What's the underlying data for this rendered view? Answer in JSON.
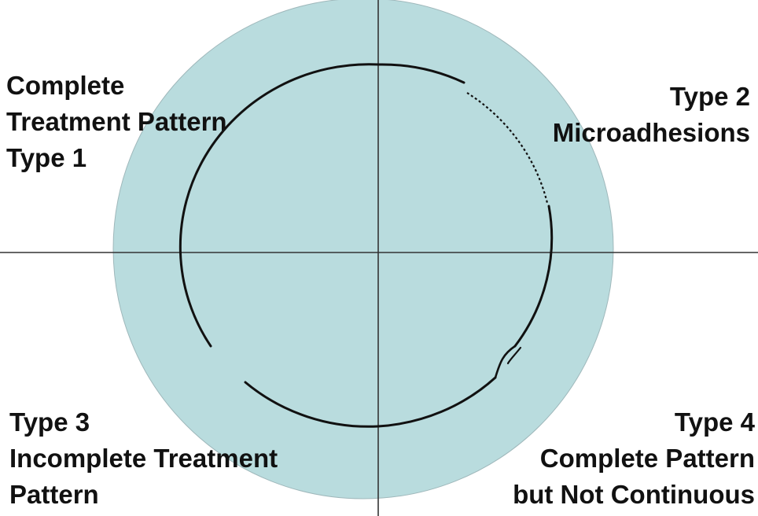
{
  "colors": {
    "disc_fill": "#b9dcde",
    "disc_stroke": "#9fb8bb",
    "line": "#111111",
    "axis": "#333333"
  },
  "quadrants": {
    "top_left": {
      "lines": [
        "Complete",
        "Treatment Pattern",
        "Type 1"
      ]
    },
    "top_right": {
      "lines": [
        "Type 2",
        "Microadhesions"
      ]
    },
    "bottom_left": {
      "lines": [
        "Type 3",
        "Incomplete Treatment",
        "Pattern"
      ]
    },
    "bottom_right": {
      "lines": [
        "Type 4",
        "Complete Pattern",
        "but Not Continuous"
      ]
    }
  }
}
